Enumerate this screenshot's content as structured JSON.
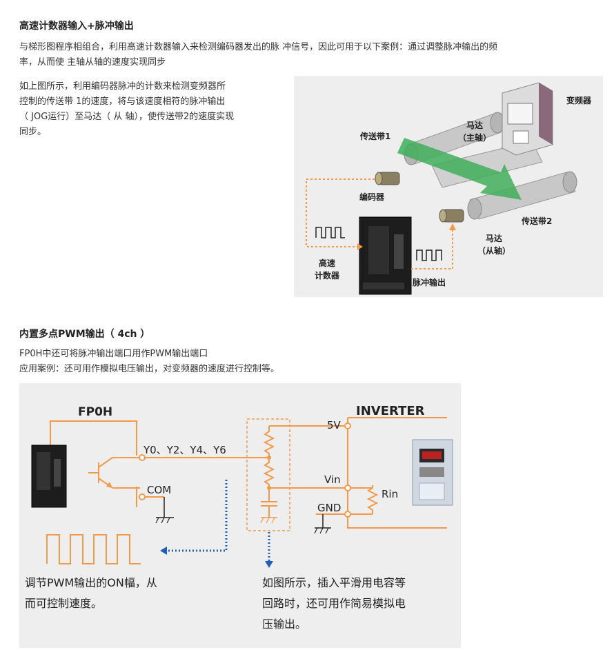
{
  "section1": {
    "title": "高速计数器输入+脉冲输出",
    "intro_line1": "与梯形图程序相组合，利用高速计数器输入来检测编码器发出的脉 冲信号，因此可用于以下案例：通过调整脉冲输出的频",
    "intro_line2": "率，从而使 主轴从轴的速度实现同步",
    "body_lines": [
      "如上图所示，利用编码器脉冲的计数来检测变频器所",
      "控制的传送带 1的速度，将与该速度相符的脉冲输出",
      "（ JOG运行）至马达（ 从 轴），使传送带2的速度实现",
      "同步。"
    ],
    "figure": {
      "inverter": "变频器",
      "conveyor1": "传送带1",
      "motor_main_1": "马达",
      "motor_main_2": "（主轴）",
      "encoder": "编码器",
      "conveyor2": "传送带2",
      "motor_sub_1": "马达",
      "motor_sub_2": "（从轴）",
      "counter_1": "高速",
      "counter_2": "计数器",
      "pulse_out": "脉冲输出"
    }
  },
  "section2": {
    "title": "内置多点PWM输出（ 4ch ）",
    "line1": "FP0H中还可将脉冲输出端口用作PWM输出端口",
    "line2": "应用案例：还可用作模拟电压输出，对变频器的速度进行控制等。",
    "figure": {
      "plc_label": "FP0H",
      "outputs": "Y0、Y2、Y4、Y6",
      "com": "COM",
      "inverter": "INVERTER",
      "v5": "5V",
      "vin": "Vin",
      "gnd": "GND",
      "rin": "Rin",
      "caption_left_1": "调节PWM输出的ON幅，从",
      "caption_left_2": "而可控制速度。",
      "caption_right_1": "如图所示，插入平滑用电容等",
      "caption_right_2": "回路时，还可用作简易模拟电",
      "caption_right_3": "压输出。"
    }
  },
  "colors": {
    "orange": "#f29a4a",
    "blue": "#1f5fb8",
    "figure_bg": "#eeeeee",
    "arrow_green": "#3fae5a"
  }
}
